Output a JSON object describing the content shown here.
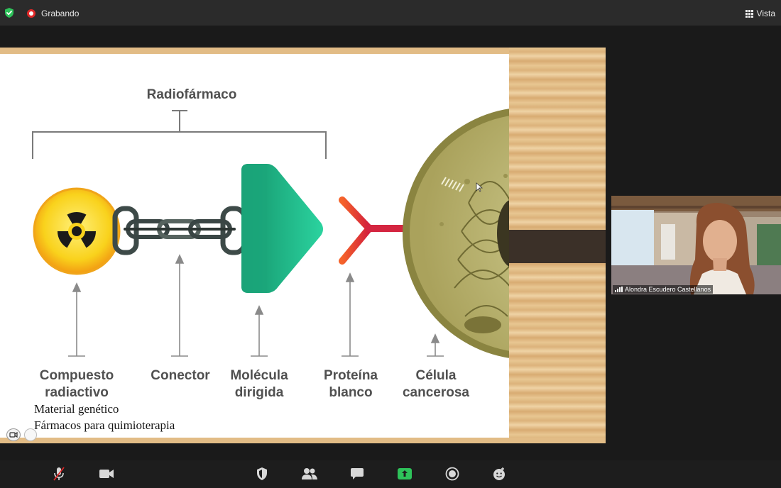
{
  "topbar": {
    "recording_label": "Grabando",
    "view_label": "Vista"
  },
  "slide": {
    "title": "Radiofármaco",
    "labels": [
      {
        "line1": "Compuesto",
        "line2": "radiactivo"
      },
      {
        "line1": "Conector",
        "line2": ""
      },
      {
        "line1": "Molécula",
        "line2": "dirigida"
      },
      {
        "line1": "Proteína",
        "line2": "blanco"
      },
      {
        "line1": "Célula",
        "line2": "cancerosa"
      }
    ],
    "notes": [
      "Material genético",
      "Fármacos para quimioterapia"
    ]
  },
  "participant": {
    "name": "Alondra Escudero Castellanos"
  },
  "colors": {
    "recording": "#e02828",
    "shield": "#2ec25a",
    "share_green": "#2ec25a",
    "molecule": "#1fb98a",
    "protein": "#ef4c25",
    "cell": "#b8b06a"
  },
  "toolbar": {
    "icons": [
      "mic-muted-icon",
      "camera-icon",
      "security-icon",
      "participants-icon",
      "chat-icon",
      "share-screen-icon",
      "record-icon",
      "reactions-icon"
    ]
  }
}
